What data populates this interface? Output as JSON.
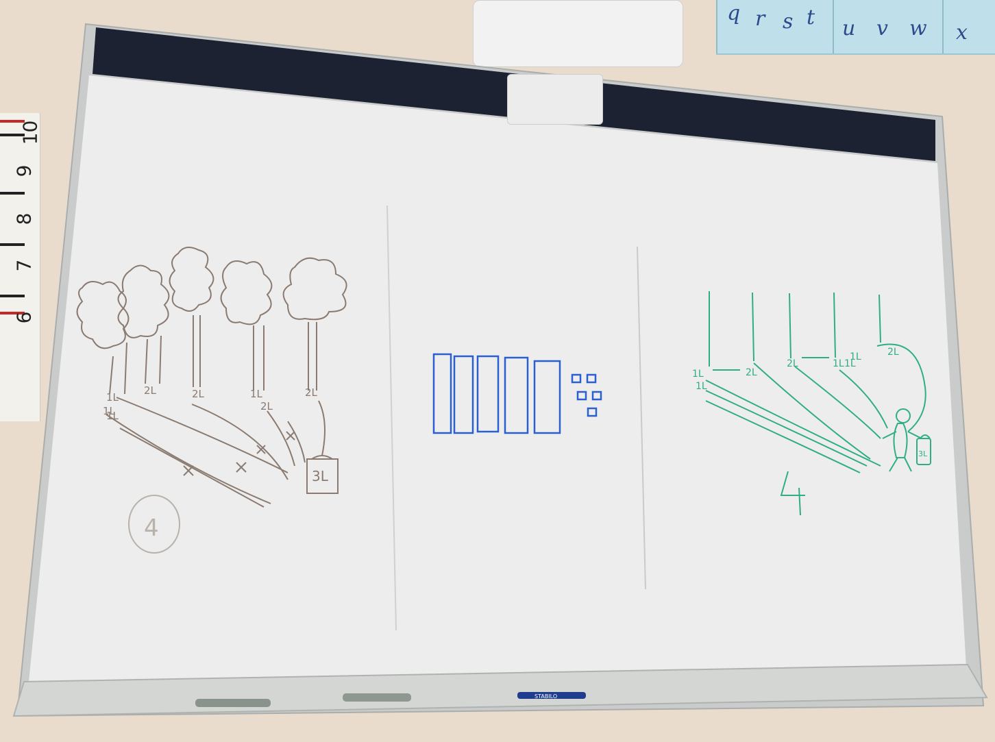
{
  "wall_alphabet": {
    "letters": [
      "q",
      "r",
      "s",
      "t",
      "u",
      "v",
      "w",
      "x"
    ]
  },
  "ruler": {
    "numbers": [
      "10",
      "9",
      "8",
      "7",
      "6"
    ]
  },
  "whiteboard": {
    "left_drawing": {
      "labels": [
        "1L",
        "2L",
        "2L",
        "1L",
        "2L",
        "1L",
        "2L",
        "1L"
      ],
      "box_label": "3L",
      "circled_number": "4"
    },
    "right_drawing": {
      "labels": [
        "2L",
        "1L",
        "2L",
        "2L",
        "1L",
        "1L",
        "1L",
        "1L"
      ],
      "container_label": "3L",
      "number": "4"
    }
  },
  "marker_tray": {
    "marker_brand": "STABILO"
  },
  "colors": {
    "brown_ink": "#8a7a70",
    "blue_ink": "#2b5fd0",
    "green_ink": "#2fae80",
    "board": "#edeeed",
    "frame": "#c8cbca"
  }
}
